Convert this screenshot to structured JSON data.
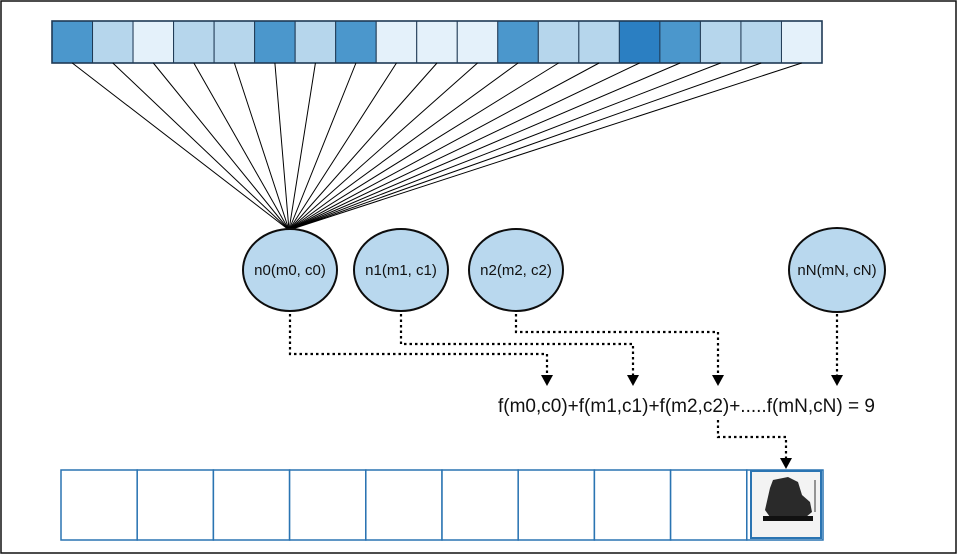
{
  "input_cells": [
    2,
    1,
    0,
    1,
    1,
    2,
    1,
    2,
    0,
    0,
    0,
    2,
    1,
    1,
    3,
    2,
    1,
    1,
    0
  ],
  "shade_palette": [
    "#e4f1fa",
    "#b6d6ec",
    "#4b97cc",
    "#2b7fc2"
  ],
  "colors": {
    "frame": "#111111",
    "cell_border": "#1f3a55",
    "neuron_fill": "#b9d8ee",
    "neuron_stroke": "#0d0d0d",
    "output_border": "#2a74b2",
    "line": "#000000"
  },
  "neurons": [
    {
      "label": "n0(m0, c0)"
    },
    {
      "label": "n1(m1, c1)"
    },
    {
      "label": "n2(m2, c2)"
    },
    {
      "label": "nN(mN, cN)"
    }
  ],
  "formula": "f(m0,c0)+f(m1,c1)+f(m2,c2)+.....f(mN,cN) = 9",
  "output_cells": 10,
  "predicted_index": 9,
  "prediction_image": "ankle-boot-thumbnail"
}
